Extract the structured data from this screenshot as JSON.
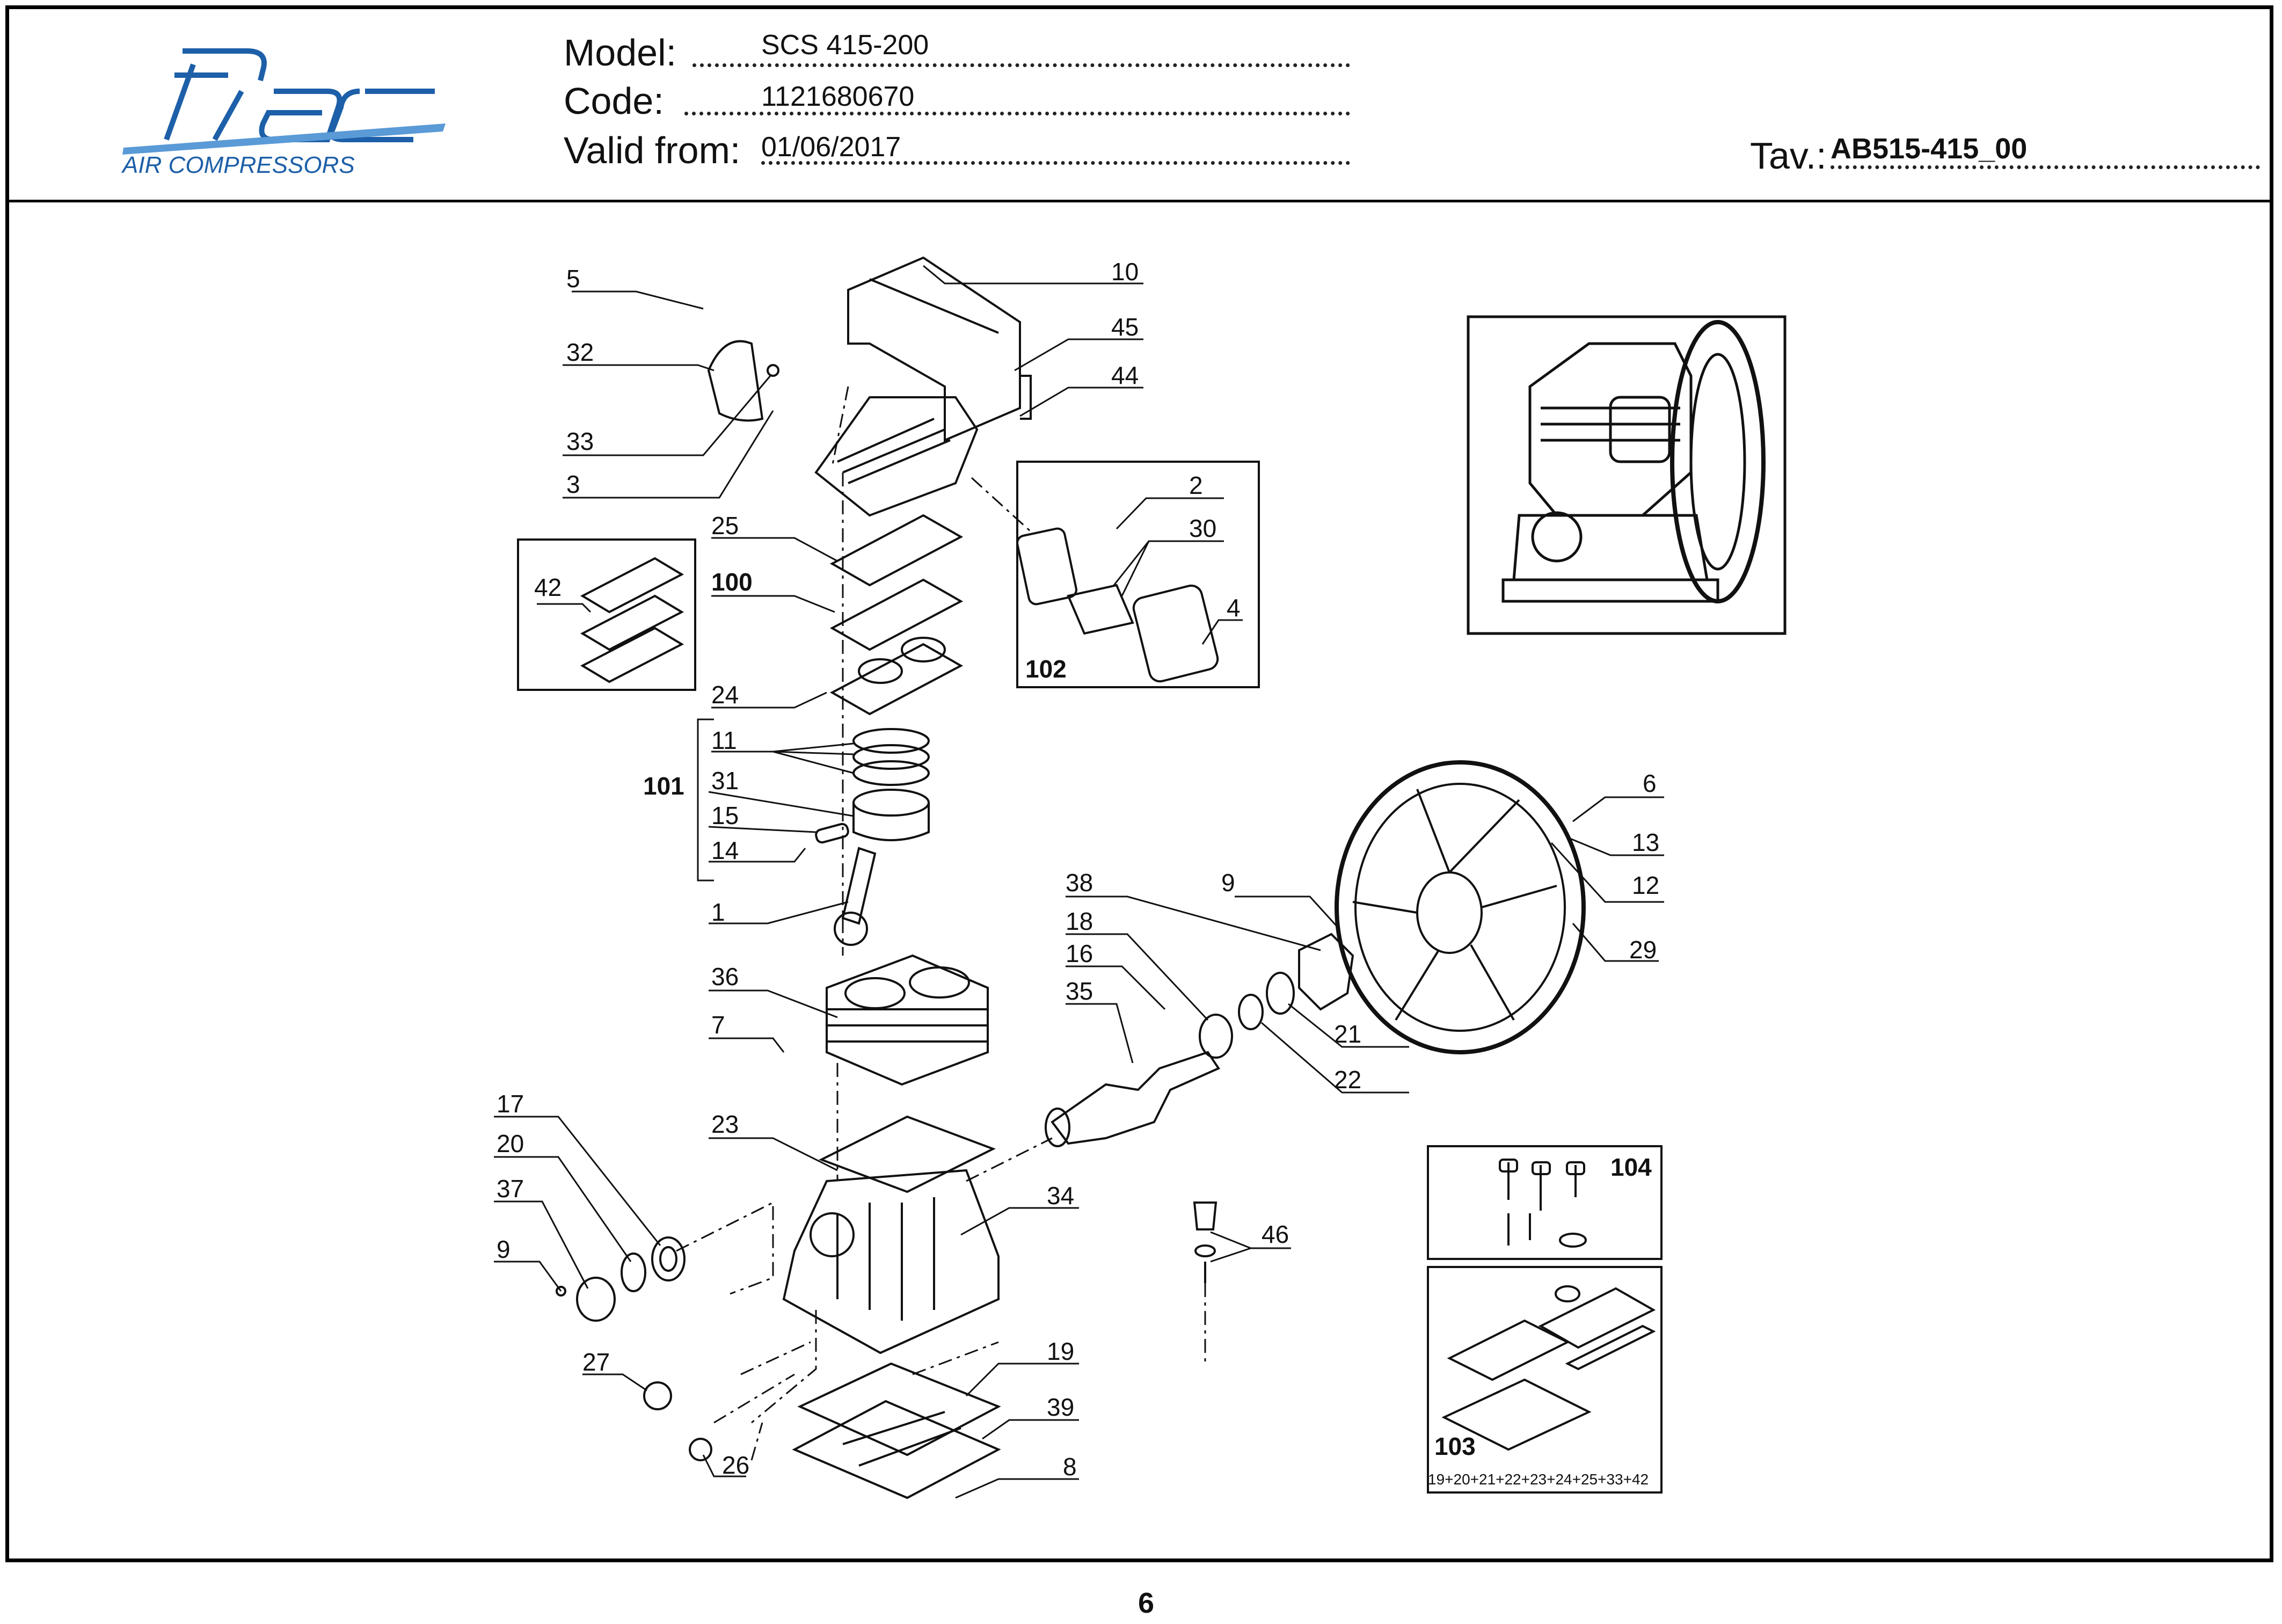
{
  "header": {
    "brand": "fiac",
    "brand_sub": "AIR COMPRESSORS",
    "model_label": "Model:",
    "model_value": "SCS 415-200",
    "code_label": "Code:",
    "code_value": "1121680670",
    "valid_label": "Valid from:",
    "valid_value": "01/06/2017",
    "tav_label": "Tav.:",
    "tav_value": "AB515-415_00"
  },
  "diagram": {
    "callouts": [
      "5",
      "32",
      "33",
      "3",
      "10",
      "45",
      "44",
      "2",
      "30",
      "4",
      "102",
      "25",
      "42",
      "100",
      "24",
      "11",
      "101",
      "31",
      "15",
      "14",
      "1",
      "36",
      "7",
      "17",
      "20",
      "37",
      "9",
      "23",
      "34",
      "27",
      "26",
      "19",
      "39",
      "8",
      "38",
      "9",
      "18",
      "16",
      "35",
      "21",
      "22",
      "6",
      "13",
      "12",
      "29",
      "46",
      "104",
      "103"
    ],
    "kit_103_contents": "19+20+21+22+23+24+25+33+42"
  },
  "footer": {
    "page_number": "6"
  },
  "colors": {
    "brand_blue": "#1d5fa8",
    "brand_light": "#5a9ad6",
    "line": "#111111"
  }
}
